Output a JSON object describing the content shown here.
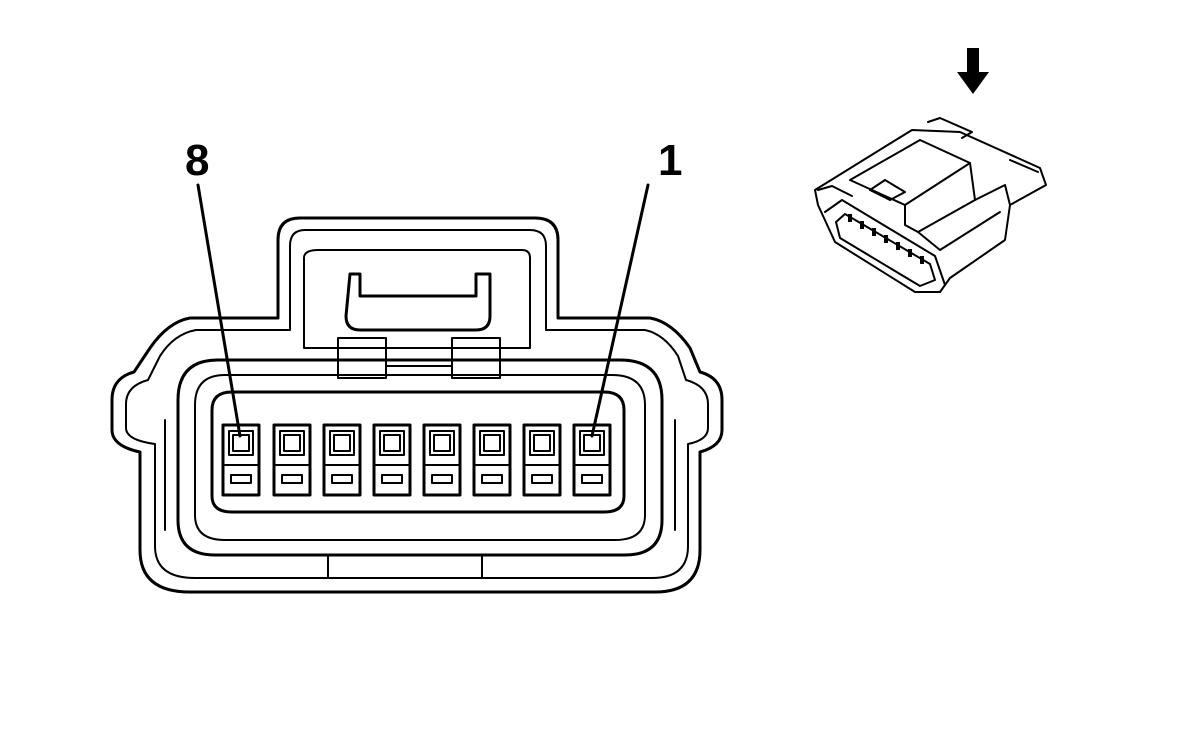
{
  "labels": {
    "pin_left": "8",
    "pin_right": "1"
  },
  "connector": {
    "cavity_count": 8
  },
  "icons": {
    "view_arrow": "arrow-down-icon"
  },
  "colors": {
    "line": "#000000",
    "background": "#ffffff"
  }
}
